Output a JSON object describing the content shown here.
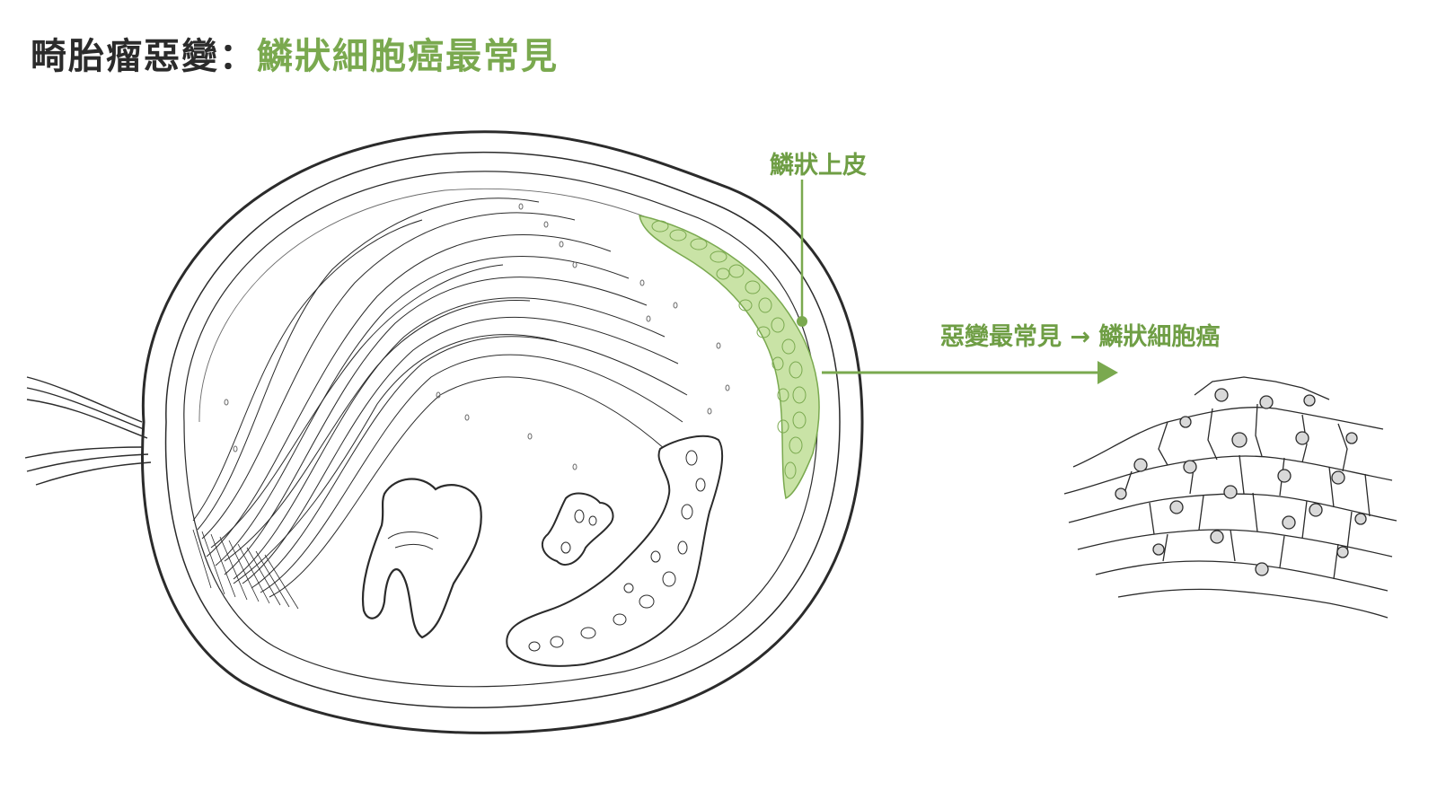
{
  "title": {
    "prefix": "畸胎瘤惡變：",
    "highlight": "鱗狀細胞癌最常見"
  },
  "labels": {
    "squamous_epithelium": "鱗狀上皮",
    "malignancy": "惡變最常見 → 鱗狀細胞癌"
  },
  "colors": {
    "accent_green": "#7aa94f",
    "epithelium_fill": "#c9e3a6",
    "line": "#2b2b2b"
  }
}
